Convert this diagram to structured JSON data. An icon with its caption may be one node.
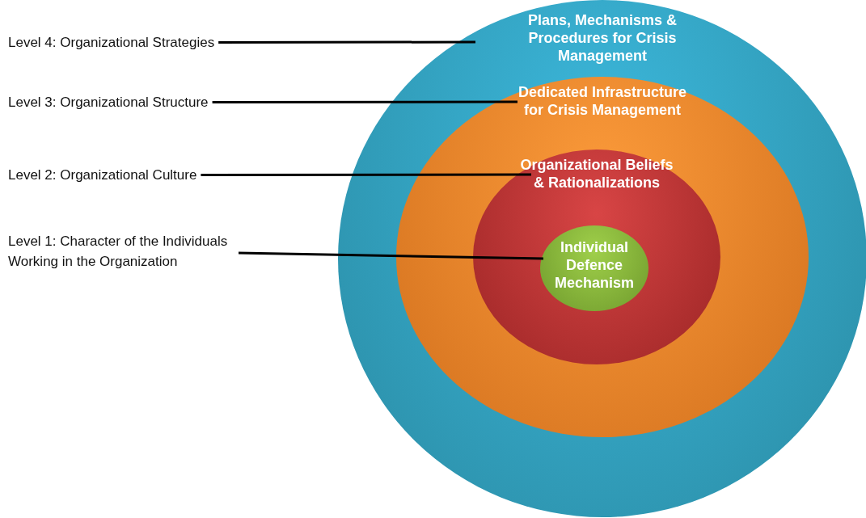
{
  "diagram": {
    "nodes": [
      {
        "text": [
          "Level 4: Organizational Strategies"
        ]
      },
      {
        "text": [
          "Level 3: Organizational Structure"
        ]
      },
      {
        "text": [
          "Level 2: Organizational Culture"
        ]
      },
      {
        "text": [
          "Level 1:  Character of the Individuals Working in the Organization"
        ]
      },
      {
        "text": [
          "Plans, Mechanisms & Procedures for Crisis Management"
        ]
      },
      {
        "text": [
          "Dedicated Infrastructure for Crisis Management"
        ],
        "in": 4
      },
      {
        "text": [
          "Organizational Beliefs & Rationalizations"
        ],
        "in": 5
      },
      {
        "text": [
          "Individual Defence Mechanism"
        ],
        "in": 6
      }
    ],
    "edges": [
      {
        "from": 0,
        "to": 4,
        "arrow": "none"
      },
      {
        "from": 1,
        "to": 5,
        "arrow": "none"
      },
      {
        "from": 2,
        "to": 6,
        "arrow": "none"
      },
      {
        "from": 3,
        "to": 7,
        "arrow": "none"
      }
    ]
  }
}
